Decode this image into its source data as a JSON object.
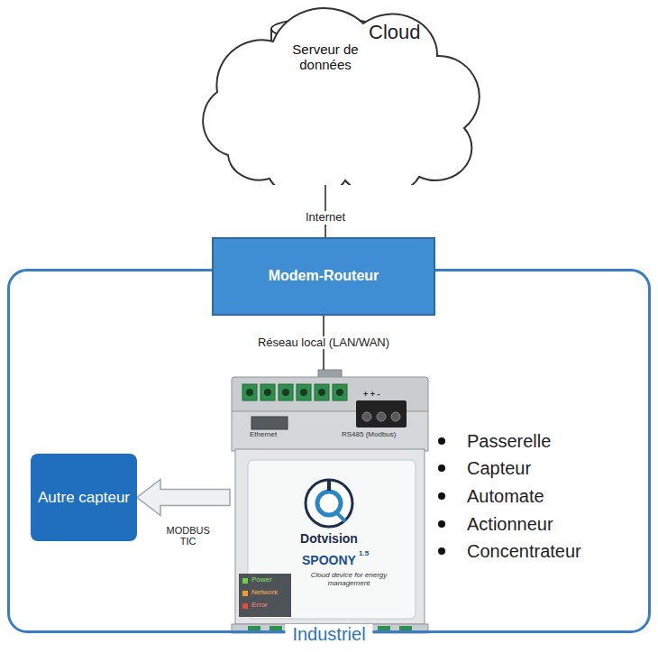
{
  "diagram": {
    "nodes": [
      {
        "text": [
          "Cloud"
        ]
      },
      {
        "text": [
          "Serveur de données"
        ],
        "in": 0
      },
      {
        "text": [
          "Modem-Routeur"
        ]
      },
      {
        "text": [
          "Industriel"
        ]
      },
      {
        "text": [
          "Ethernet",
          "RS485 (Modbus)",
          "+ + -",
          "Dotvision",
          "SPOONY",
          "1.5",
          "Cloud device for energy management",
          "Power",
          "Network",
          "Error"
        ],
        "in": 3
      },
      {
        "text": [
          "Autre capteur"
        ],
        "in": 3
      }
    ],
    "edges": [
      {
        "from": 1,
        "to": 2,
        "label": "Internet",
        "arrow": "none"
      },
      {
        "from": 2,
        "to": 4,
        "label": "Réseau local (LAN/WAN)",
        "arrow": "none"
      },
      {
        "from": 4,
        "to": 5,
        "label": "MODBUS TIC",
        "arrow": "to"
      }
    ],
    "labels": [
      "Passerelle",
      "Capteur",
      "Automate",
      "Actionneur",
      "Concentrateur"
    ]
  }
}
